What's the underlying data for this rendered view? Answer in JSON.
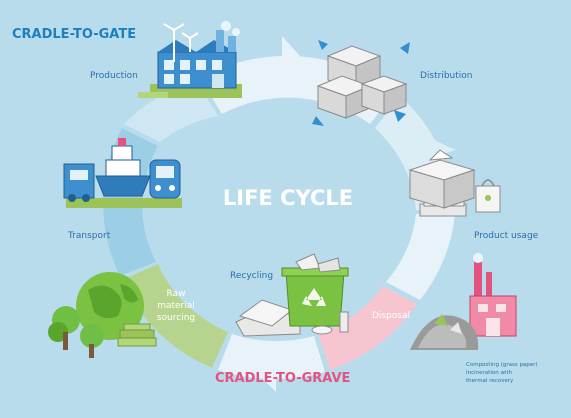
{
  "headers": {
    "cradle_to_gate": "CRADLE-TO-GATE",
    "cradle_to_grave": "CRADLE-TO-GRAVE"
  },
  "center": {
    "title": "LIFE CYCLE"
  },
  "stages": {
    "production": "Production",
    "distribution": "Distribution",
    "product_usage": "Product usage",
    "disposal": "Disposal",
    "recycling": "Recycling",
    "raw_material_line1": "Raw",
    "raw_material_line2": "material",
    "raw_material_line3": "sourcing",
    "transport": "Transport"
  },
  "disposal_notes": {
    "line1": "Composting (grass paper)",
    "line2": "Incineration with",
    "line3": "thermal recovery"
  },
  "colors": {
    "background": "#b9dcec",
    "header_blue": "#1d7fc0",
    "header_pink": "#e4537f",
    "label_blue": "#2a6fa8",
    "ring_light": "#e7f3f8",
    "ring_mid": "#cfe7f2",
    "ring_blue": "#9ccfe6",
    "ring_pink": "#f7c5cf",
    "ring_green": "#b7d48e"
  },
  "icons": {
    "production": "factory-with-wind-turbines-icon",
    "distribution": "stacked-boxes-icon",
    "product_usage": "open-box-and-shopping-bag-icon",
    "disposal": "landfill-and-incinerator-icon",
    "recycling": "recycling-bin-icon",
    "raw_material": "trees-and-globe-icon",
    "transport": "truck-ship-train-icon"
  }
}
